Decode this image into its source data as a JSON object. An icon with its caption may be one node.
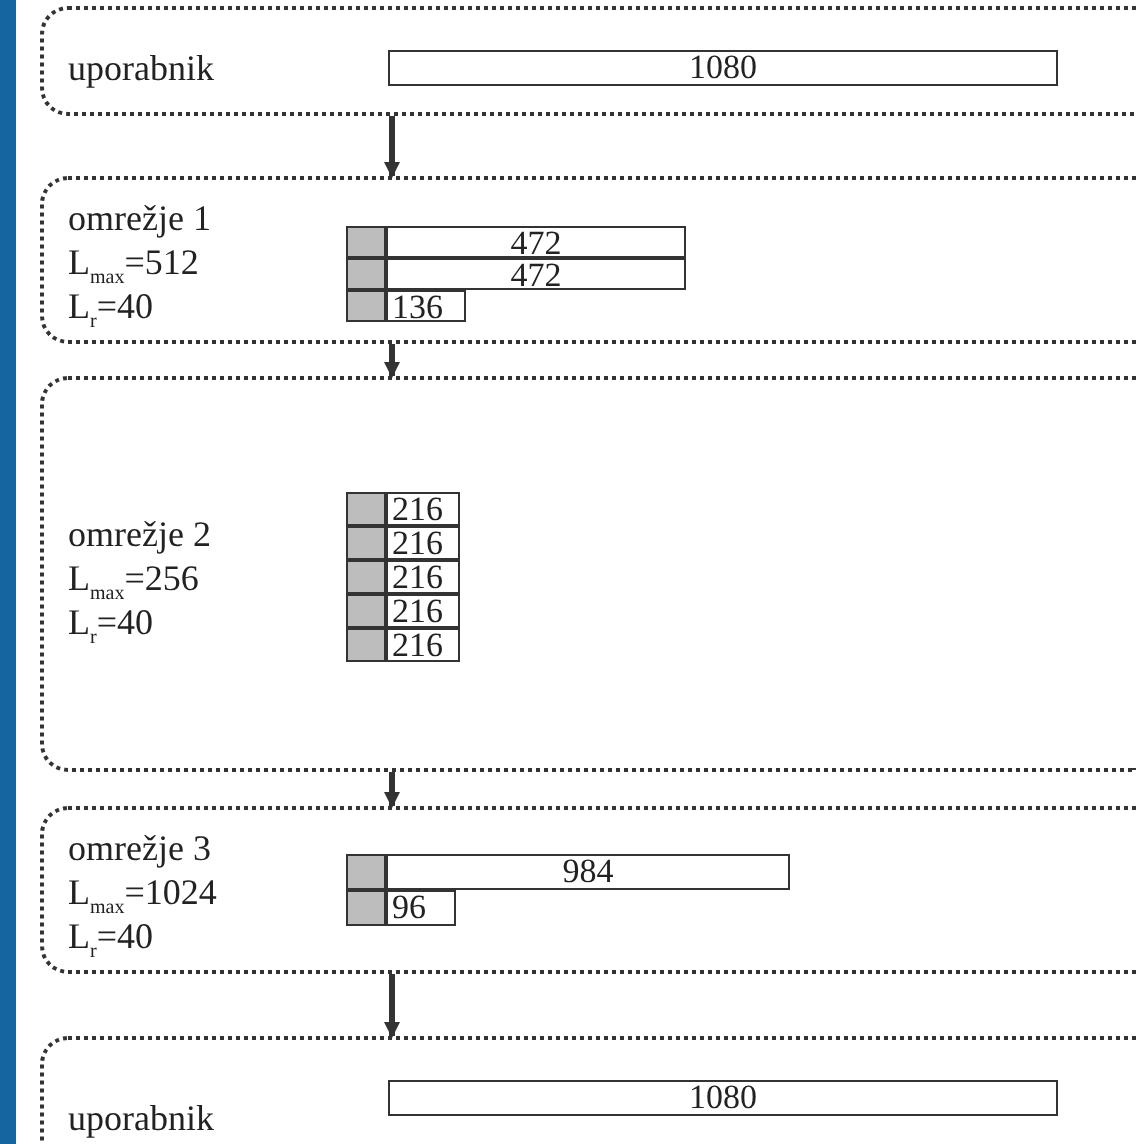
{
  "diagram": {
    "nodes": [
      {
        "text": [
          "uporabnik"
        ]
      },
      {
        "text": [
          "1080"
        ],
        "in": 0
      },
      {
        "text": [
          "omrežje 1",
          "L$_{max}$=512",
          "L$_{r}$=40"
        ]
      },
      {
        "text": [],
        "shape": "box",
        "in": 2
      },
      {
        "text": [
          "472"
        ],
        "in": 2
      },
      {
        "text": [],
        "shape": "box",
        "in": 2
      },
      {
        "text": [
          "472"
        ],
        "in": 2
      },
      {
        "text": [],
        "shape": "box",
        "in": 2
      },
      {
        "text": [
          "136"
        ],
        "in": 2
      },
      {
        "text": [
          "omrežje 2",
          "L$_{max}$=256",
          "L$_{r}$=40"
        ]
      },
      {
        "text": [],
        "shape": "box",
        "in": 9
      },
      {
        "text": [
          "216"
        ],
        "in": 9
      },
      {
        "text": [],
        "shape": "box",
        "in": 9
      },
      {
        "text": [
          "216"
        ],
        "in": 9
      },
      {
        "text": [],
        "shape": "box",
        "in": 9
      },
      {
        "text": [
          "216"
        ],
        "in": 9
      },
      {
        "text": [],
        "shape": "box",
        "in": 9
      },
      {
        "text": [
          "216"
        ],
        "in": 9
      },
      {
        "text": [],
        "shape": "box",
        "in": 9
      },
      {
        "text": [
          "216"
        ],
        "in": 9
      },
      {
        "text": [
          "omrežje 3",
          "L$_{max}$=1024",
          "L$_{r}$=40"
        ]
      },
      {
        "text": [],
        "shape": "box",
        "in": 20
      },
      {
        "text": [
          "984"
        ],
        "in": 20
      },
      {
        "text": [],
        "shape": "box",
        "in": 20
      },
      {
        "text": [
          "96"
        ],
        "in": 20
      },
      {
        "text": [
          "uporabnik"
        ]
      },
      {
        "text": [
          "1080"
        ],
        "in": 25
      }
    ],
    "edges": [
      {
        "from": 0,
        "to": 2,
        "arrow": "to"
      },
      {
        "from": 2,
        "to": 9,
        "arrow": "to"
      },
      {
        "from": 9,
        "to": 20,
        "arrow": "to"
      },
      {
        "from": 20,
        "to": 25,
        "arrow": "to"
      }
    ]
  }
}
